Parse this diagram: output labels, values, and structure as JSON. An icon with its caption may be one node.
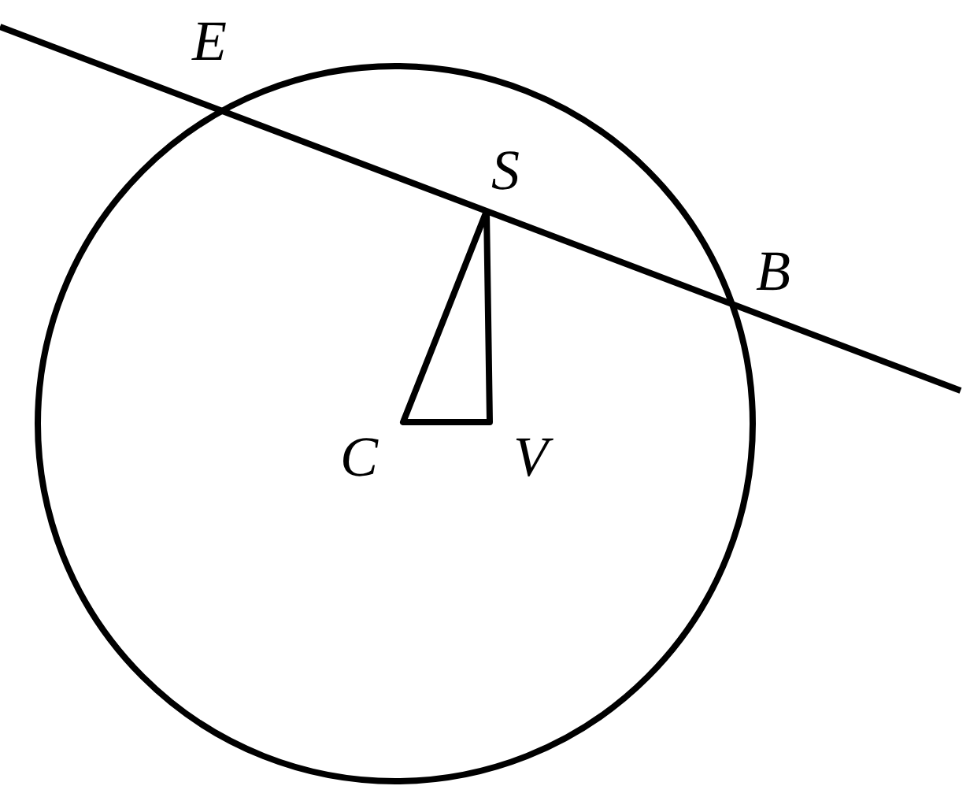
{
  "diagram": {
    "labels": [
      "E",
      "S",
      "B",
      "C",
      "V"
    ]
  }
}
